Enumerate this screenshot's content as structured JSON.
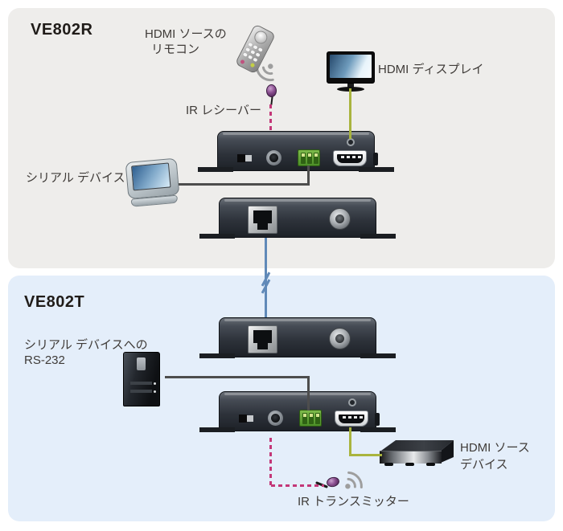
{
  "receiver": {
    "title": "VE802R",
    "remote_label": {
      "line1": "HDMI ソースの",
      "line2": "リモコン"
    },
    "ir_receiver_label": "IR レシーバー",
    "display_label": "HDMI ディスプレイ",
    "serial_label": "シリアル デバイス"
  },
  "transmitter": {
    "title": "VE802T",
    "rs232_label": {
      "line1": "シリアル デバイスへの",
      "line2": "RS-232"
    },
    "source_label": {
      "line1": "HDMI ソース",
      "line2": "デバイス"
    },
    "ir_transmitter_label": "IR トランスミッター"
  },
  "colors": {
    "receiver_panel_bg": "#EEEDEB",
    "transmitter_panel_bg": "#E4EEFA",
    "cat5e_cable": "#6089B8",
    "hdmi_cable": "#A9B43E",
    "serial_cable": "#4D4D4D",
    "ir_cable": "#C33778",
    "terminal_block": "#57A02E"
  }
}
